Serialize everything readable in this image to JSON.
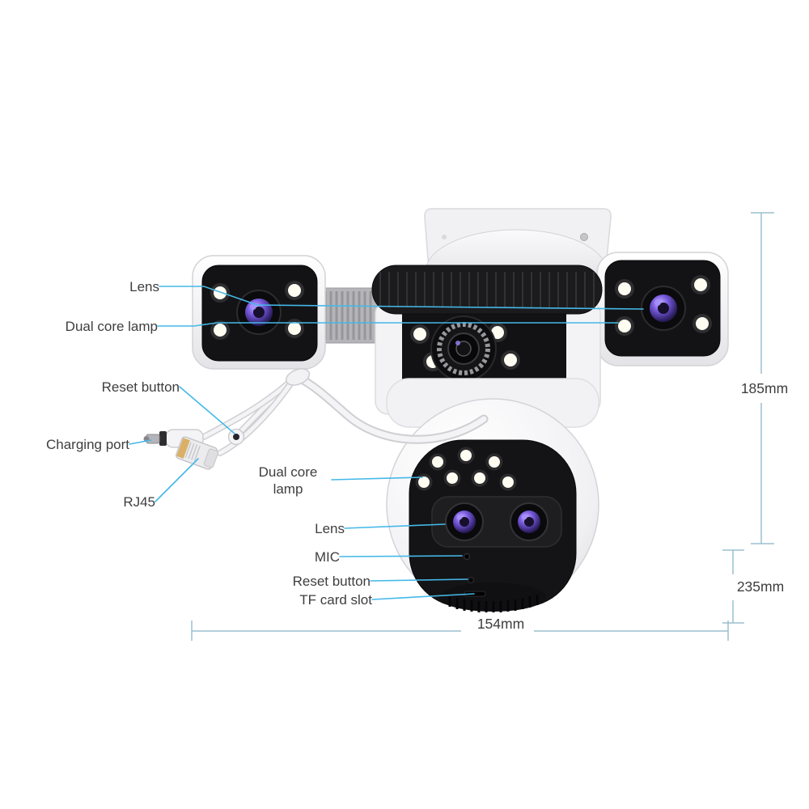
{
  "product": {
    "description": "Three-lens PTZ security camera annotated diagram"
  },
  "callouts": {
    "lens_top": "Lens",
    "dual_core_lamp_top": "Dual core lamp",
    "reset_button_top": "Reset button",
    "charging_port": "Charging port",
    "rj45": "RJ45",
    "dual_core_lamp_bottom": "Dual core\nlamp",
    "lens_bottom": "Lens",
    "mic": "MIC",
    "reset_button_bottom": "Reset button",
    "tf_card_slot": "TF card slot"
  },
  "dimensions": {
    "side_height": "185mm",
    "total_height": "235mm",
    "width": "154mm"
  },
  "colors": {
    "callout_line": "#45b8e8",
    "dimension_line": "#9bbfd0",
    "label_text": "#3e3e40",
    "lens_tint": "#6a4fd8"
  }
}
